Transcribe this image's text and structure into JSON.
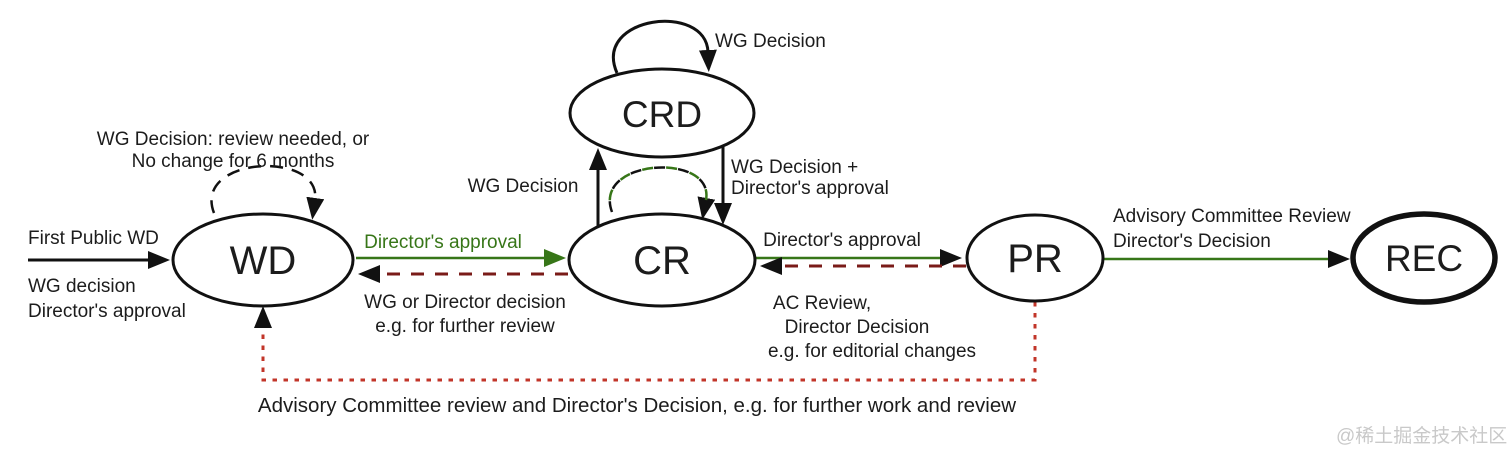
{
  "nodes": {
    "wd": "WD",
    "crd": "CRD",
    "cr": "CR",
    "pr": "PR",
    "rec": "REC"
  },
  "edges": {
    "left_entry": {
      "title": "First Public WD",
      "sub1": "WG decision",
      "sub2": "Director's approval"
    },
    "wd_loop": {
      "line1": "WG Decision: review needed, or",
      "line2": "No change for 6 months"
    },
    "wd_cr": {
      "label": "Director's approval"
    },
    "cr_wd": {
      "line1": "WG or Director decision",
      "line2": "e.g. for further review"
    },
    "cr_crd": {
      "label": "WG Decision"
    },
    "crd_loop": {
      "label": "WG Decision"
    },
    "crd_cr": {
      "line1": "WG Decision +",
      "line2": "Director's approval"
    },
    "cr_pr": {
      "label": "Director's approval"
    },
    "pr_cr": {
      "line1": "AC Review,",
      "line2": "Director Decision",
      "line3": "e.g. for editorial changes"
    },
    "pr_rec": {
      "line1": "Advisory Committee Review",
      "line2": "Director's Decision"
    },
    "pr_wd": {
      "label": "Advisory Committee review and Director's Decision, e.g. for further work and review"
    }
  },
  "watermark": "@稀土掘金技术社区",
  "colors": {
    "node_stroke": "#111111",
    "green": "#377618",
    "maroon_dash": "#7a1b18",
    "red_dot": "#c23529",
    "text": "#1c1c1c",
    "watermark": "#c9c9c9"
  }
}
